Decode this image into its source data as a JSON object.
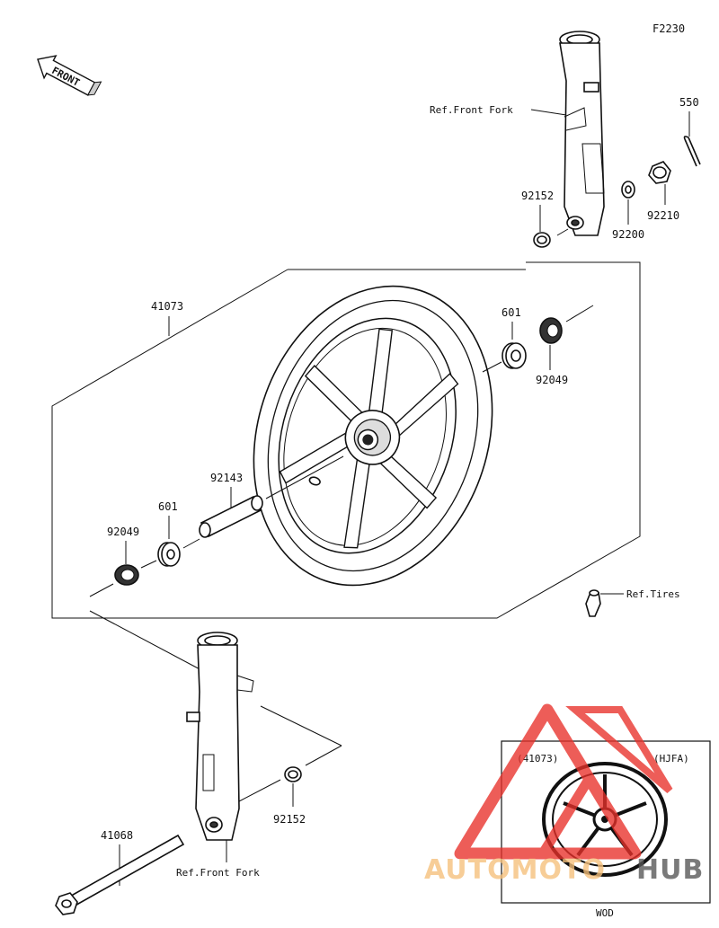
{
  "figure_code": "F2230",
  "front_arrow": {
    "label": "FRONT"
  },
  "parts": {
    "wheel": "41073",
    "axle": "41068",
    "cotter_pin": "550",
    "bearing_top": "601",
    "bearing_left": "601",
    "oil_seal_right": "92049",
    "oil_seal_left": "92049",
    "spacer": "92143",
    "collar_top": "92152",
    "collar_bottom": "92152",
    "washer": "92200",
    "nut": "92210"
  },
  "references": {
    "front_fork_top": "Ref.Front Fork",
    "front_fork_bottom": "Ref.Front Fork",
    "tires": "Ref.Tires"
  },
  "inset": {
    "part_number": "(41073)",
    "variant": "(HJFA)",
    "caption": "WOD"
  },
  "watermark": {
    "text_a": "AUTOMOTO",
    "text_b": "HUB",
    "color_a": "#f5c07a",
    "color_b": "#555555",
    "logo_color": "#e8302a"
  }
}
